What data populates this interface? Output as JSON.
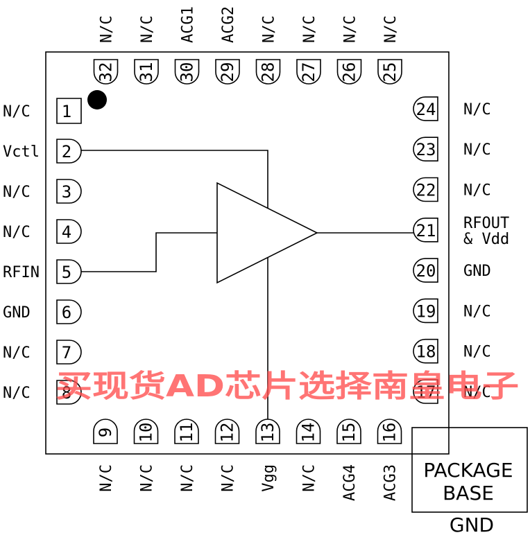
{
  "pins_left": [
    {
      "num": "1",
      "name": "N/C"
    },
    {
      "num": "2",
      "name": "Vctl"
    },
    {
      "num": "3",
      "name": "N/C"
    },
    {
      "num": "4",
      "name": "N/C"
    },
    {
      "num": "5",
      "name": "RFIN"
    },
    {
      "num": "6",
      "name": "GND"
    },
    {
      "num": "7",
      "name": "N/C"
    },
    {
      "num": "8",
      "name": "N/C"
    }
  ],
  "pins_bottom": [
    {
      "num": "9",
      "name": "N/C"
    },
    {
      "num": "10",
      "name": "N/C"
    },
    {
      "num": "11",
      "name": "N/C"
    },
    {
      "num": "12",
      "name": "N/C"
    },
    {
      "num": "13",
      "name": "Vgg"
    },
    {
      "num": "14",
      "name": "N/C"
    },
    {
      "num": "15",
      "name": "ACG4"
    },
    {
      "num": "16",
      "name": "ACG3"
    }
  ],
  "pins_right": [
    {
      "num": "17",
      "name": "N/C"
    },
    {
      "num": "18",
      "name": "N/C"
    },
    {
      "num": "19",
      "name": "N/C"
    },
    {
      "num": "20",
      "name": "GND"
    },
    {
      "num": "21",
      "name": "RFOUT",
      "name2": "& Vdd"
    },
    {
      "num": "22",
      "name": "N/C"
    },
    {
      "num": "23",
      "name": "N/C"
    },
    {
      "num": "24",
      "name": "N/C"
    }
  ],
  "pins_top": [
    {
      "num": "25",
      "name": "N/C"
    },
    {
      "num": "26",
      "name": "N/C"
    },
    {
      "num": "27",
      "name": "N/C"
    },
    {
      "num": "28",
      "name": "N/C"
    },
    {
      "num": "29",
      "name": "ACG2"
    },
    {
      "num": "30",
      "name": "ACG1"
    },
    {
      "num": "31",
      "name": "N/C"
    },
    {
      "num": "32",
      "name": "N/C"
    }
  ],
  "package_base": {
    "line1": "PACKAGE",
    "line2": "BASE",
    "ground": "GND"
  },
  "watermark": "买现货AD芯片选择南皇电子"
}
